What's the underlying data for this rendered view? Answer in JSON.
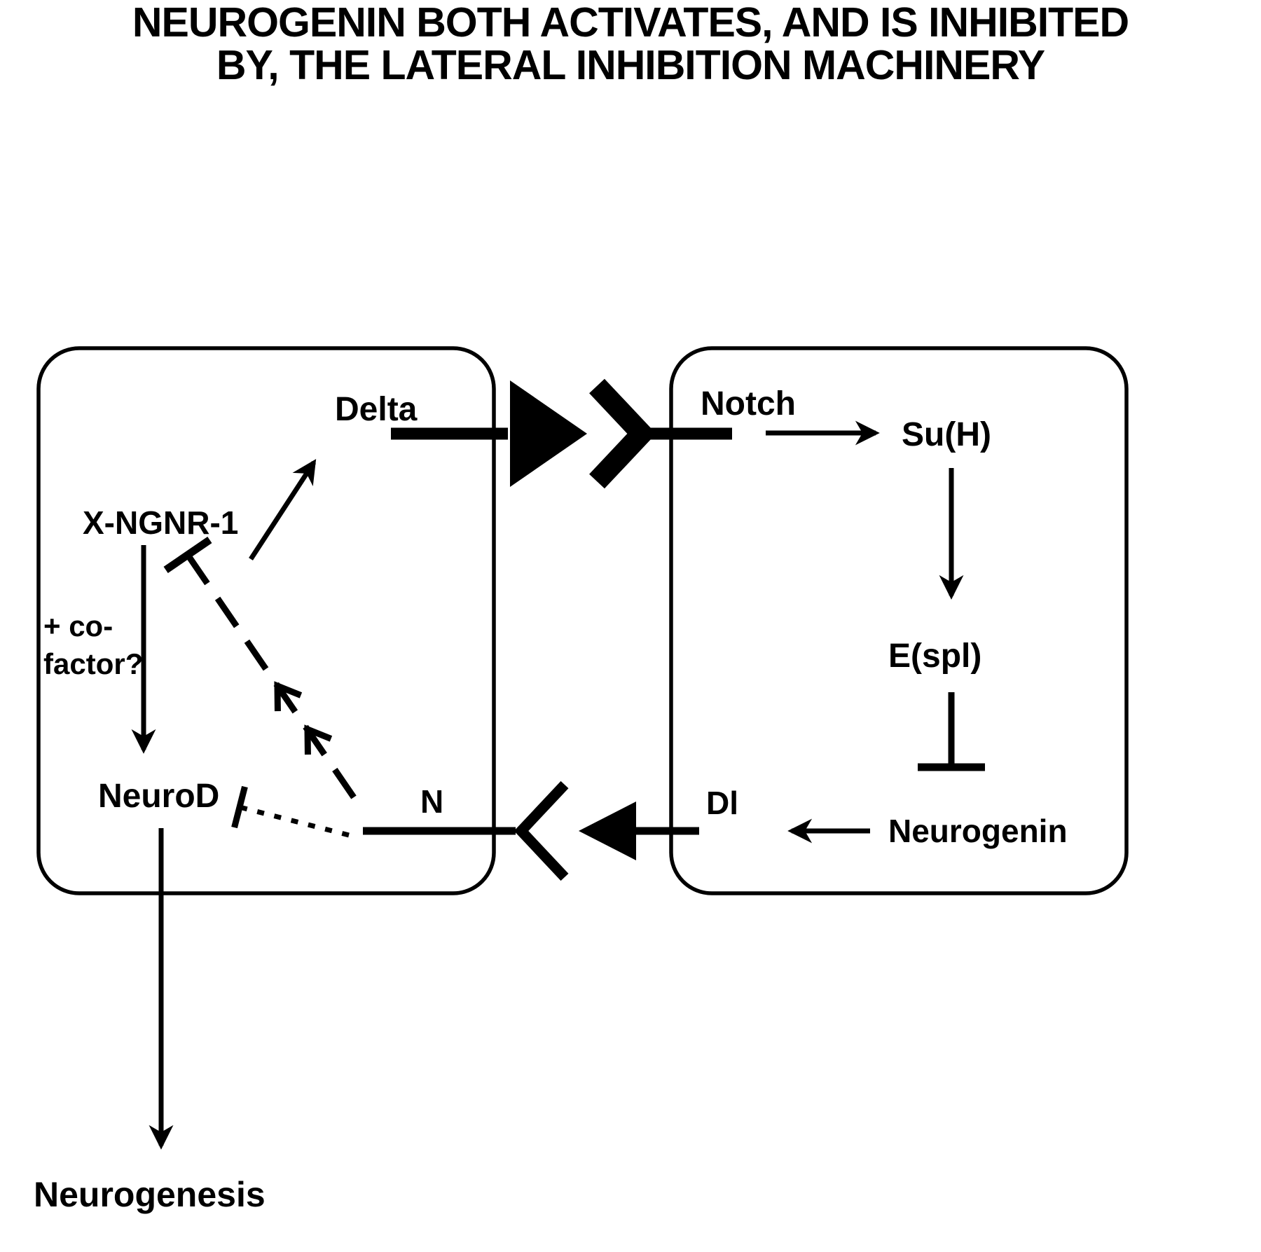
{
  "title": {
    "line1": "NEUROGENIN BOTH ACTIVATES, AND IS INHIBITED",
    "line2": "BY, THE LATERAL INHIBITION MACHINERY"
  },
  "cells": {
    "left": {
      "nodes": {
        "delta": "Delta",
        "xngnr1": "X-NGNR-1",
        "cofactor_line1": "+ co-",
        "cofactor_line2": "factor?",
        "neurod": "NeuroD",
        "n": "N"
      }
    },
    "right": {
      "nodes": {
        "notch": "Notch",
        "suh": "Su(H)",
        "espl": "E(spl)",
        "dl": "Dl",
        "neurogenin": "Neurogenin"
      }
    }
  },
  "outputs": {
    "neurogenesis": "Neurogenesis"
  },
  "relationships": [
    {
      "from": "X-NGNR-1",
      "to": "Delta",
      "type": "activates"
    },
    {
      "from": "Delta",
      "to": "Notch",
      "type": "activates",
      "note": "intercellular signal"
    },
    {
      "from": "Notch",
      "to": "Su(H)",
      "type": "activates"
    },
    {
      "from": "Su(H)",
      "to": "E(spl)",
      "type": "activates"
    },
    {
      "from": "E(spl)",
      "to": "Neurogenin",
      "type": "inhibits"
    },
    {
      "from": "Neurogenin",
      "to": "Dl",
      "type": "activates"
    },
    {
      "from": "Dl",
      "to": "N",
      "type": "activates",
      "note": "intercellular signal"
    },
    {
      "from": "N",
      "to": "X-NGNR-1",
      "type": "inhibits",
      "style": "dashed"
    },
    {
      "from": "N",
      "to": "NeuroD",
      "type": "inhibits",
      "style": "dotted"
    },
    {
      "from": "X-NGNR-1",
      "to": "NeuroD",
      "type": "activates",
      "note": "+ co-factor?"
    },
    {
      "from": "NeuroD",
      "to": "Neurogenesis",
      "type": "activates"
    }
  ],
  "colors": {
    "ink": "#000000",
    "background": "#ffffff"
  }
}
